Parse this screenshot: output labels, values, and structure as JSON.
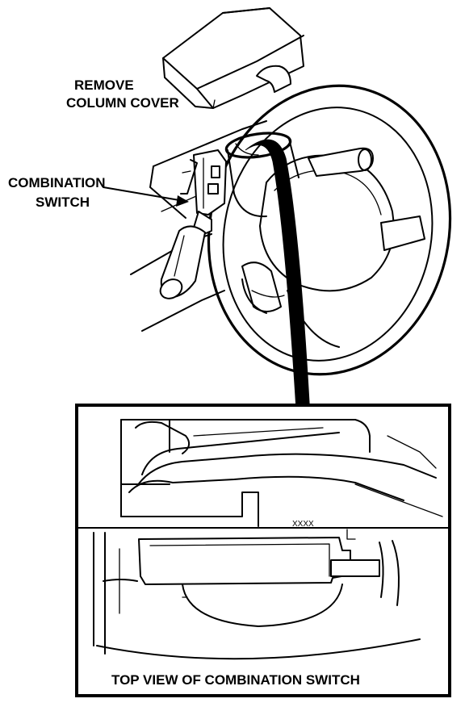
{
  "labels": {
    "remove_cover_line1": "REMOVE",
    "remove_cover_line2": "COLUMN COVER",
    "combination_switch_line1": "COMBINATION",
    "combination_switch_line2": "SWITCH",
    "part_code": "XXXX",
    "inset_caption": "TOP VIEW OF COMBINATION SWITCH"
  }
}
